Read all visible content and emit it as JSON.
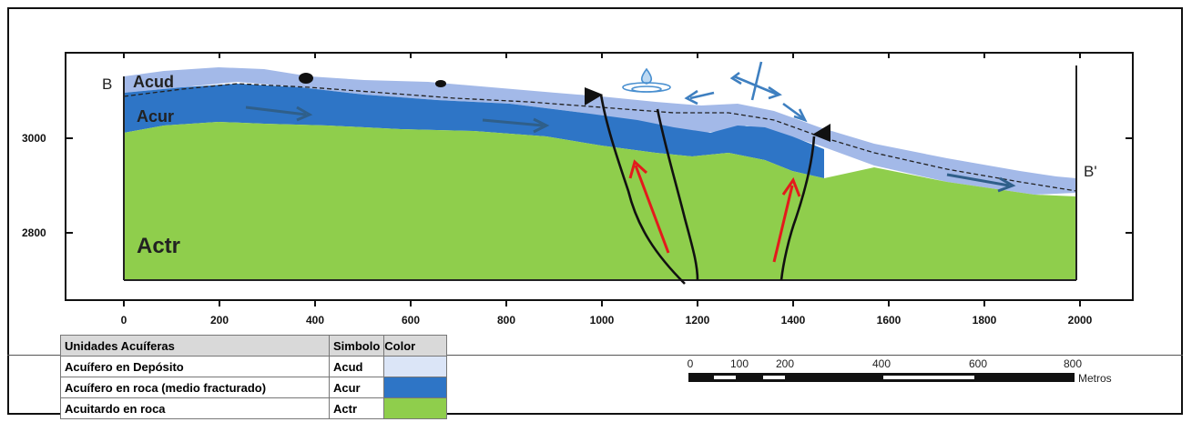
{
  "section": {
    "label_left": "B",
    "label_right": "B'",
    "unit_labels": {
      "acud": "Acud",
      "acur": "Acur",
      "actr": "Actr"
    },
    "x_ticks": [
      "0",
      "200",
      "400",
      "600",
      "800",
      "1000",
      "1200",
      "1400",
      "1600",
      "1800",
      "2000"
    ],
    "y_ticks": [
      "3000",
      "2800"
    ]
  },
  "legend": {
    "headers": {
      "unit": "Unidades Acuíferas",
      "symbol": "Simbolo",
      "color": "Color"
    },
    "rows": [
      {
        "unit": "Acuífero en Depósito",
        "symbol": "Acud",
        "color": "#dbe5f7"
      },
      {
        "unit": "Acuífero en roca (medio fracturado)",
        "symbol": "Acur",
        "color": "#2e75c6"
      },
      {
        "unit": "Acuitardo en roca",
        "symbol": "Actr",
        "color": "#8fce4c"
      }
    ]
  },
  "scale_bar": {
    "ticks": [
      "0",
      "100",
      "200",
      "400",
      "600",
      "800"
    ],
    "unit": "Metros"
  },
  "colors": {
    "acud": "#9fb6e6",
    "acur": "#2e75c6",
    "actr": "#8fce4c",
    "flow_arrow": "#2f5f8a",
    "fault_arrow": "#e41a1c",
    "water_icon": "#4a90d0"
  }
}
